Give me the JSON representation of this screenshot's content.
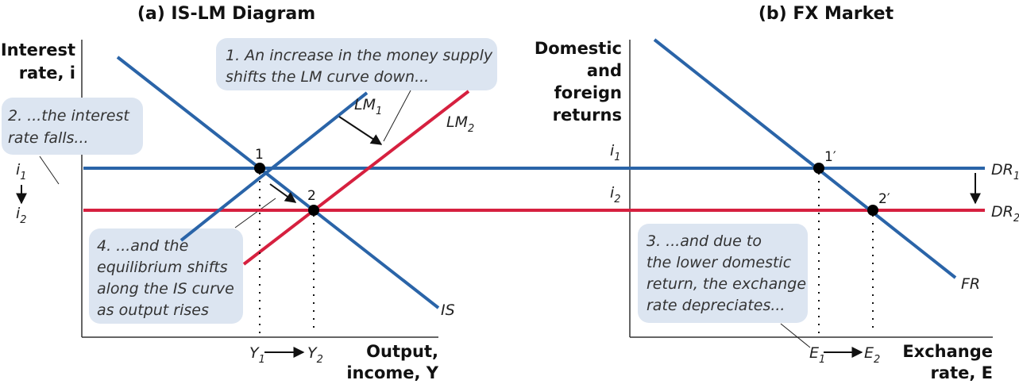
{
  "colors": {
    "blue": "#2a64a8",
    "red": "#d6203f",
    "callout": "#dce5f1"
  },
  "panel_a": {
    "title": "(a) IS-LM Diagram",
    "y_axis": [
      "Interest",
      "rate, i"
    ],
    "x_axis": [
      "Output,",
      "income, Y"
    ],
    "curves": {
      "is": "IS",
      "lm1": {
        "main": "LM",
        "sub": "1"
      },
      "lm2": {
        "main": "LM",
        "sub": "2"
      }
    },
    "i1": {
      "main": "i",
      "sub": "1"
    },
    "i2": {
      "main": "i",
      "sub": "2"
    },
    "y1": {
      "main": "Y",
      "sub": "1"
    },
    "y2": {
      "main": "Y",
      "sub": "2"
    },
    "points": [
      "1",
      "2"
    ],
    "callouts": {
      "c1": [
        "1. An increase in the money supply",
        "shifts the LM curve down..."
      ],
      "c2": [
        "2. ...the interest",
        "rate falls..."
      ],
      "c4": [
        "4. ...and the",
        "equilibrium shifts",
        "along the IS curve",
        "as output rises"
      ]
    }
  },
  "panel_b": {
    "title": "(b) FX Market",
    "y_axis": [
      "Domestic",
      "and",
      "foreign",
      "returns"
    ],
    "x_axis": [
      "Exchange",
      "rate, E"
    ],
    "curves": {
      "fr": "FR",
      "dr1": {
        "main": "DR",
        "sub": "1"
      },
      "dr2": {
        "main": "DR",
        "sub": "2"
      }
    },
    "i1": {
      "main": "i",
      "sub": "1"
    },
    "i2": {
      "main": "i",
      "sub": "2"
    },
    "e1": {
      "main": "E",
      "sub": "1"
    },
    "e2": {
      "main": "E",
      "sub": "2"
    },
    "points": [
      "1′",
      "2′"
    ],
    "callouts": {
      "c3": [
        "3. ...and due to",
        "the lower domestic",
        "return, the exchange",
        "rate depreciates..."
      ]
    }
  }
}
